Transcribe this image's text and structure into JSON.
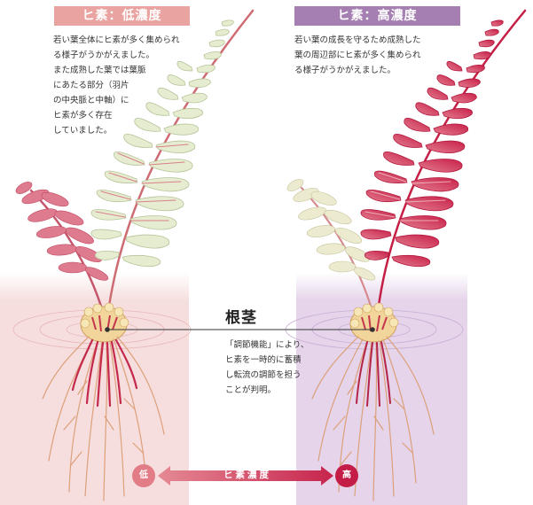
{
  "labels": {
    "low": "ヒ素：低濃度",
    "high": "ヒ素：高濃度"
  },
  "descriptions": {
    "low": [
      "若い葉全体にヒ素が多く集められ",
      "る様子がうかがえました。",
      "また成熟した葉では葉脈",
      "にあたる部分（羽片",
      "の中央脈と中軸）に",
      "ヒ素が多く存在",
      "していました。"
    ],
    "high": [
      "若い葉の成長を守るため成熟した",
      "葉の周辺部にヒ素が多く集められ",
      "る様子がうかがえました。"
    ]
  },
  "rhizome": {
    "title": "根茎",
    "text": [
      "「調節機能」により、",
      "ヒ素を一時的に蓄積",
      "し転流の調節を担う",
      "ことが判明。"
    ]
  },
  "scale": {
    "low": "低",
    "label": "ヒ素濃度",
    "high": "高"
  },
  "colors": {
    "low_tag": "#e9a3a0",
    "high_tag": "#a57fb2",
    "low_panel": "#f6dede",
    "high_panel": "#e5d4ea",
    "leaf_pale": "#e6eccf",
    "leaf_red": "#cc2a4c",
    "root": "#d98a6a",
    "high_circle": "#c41d48",
    "low_circle": "#e27c86"
  }
}
